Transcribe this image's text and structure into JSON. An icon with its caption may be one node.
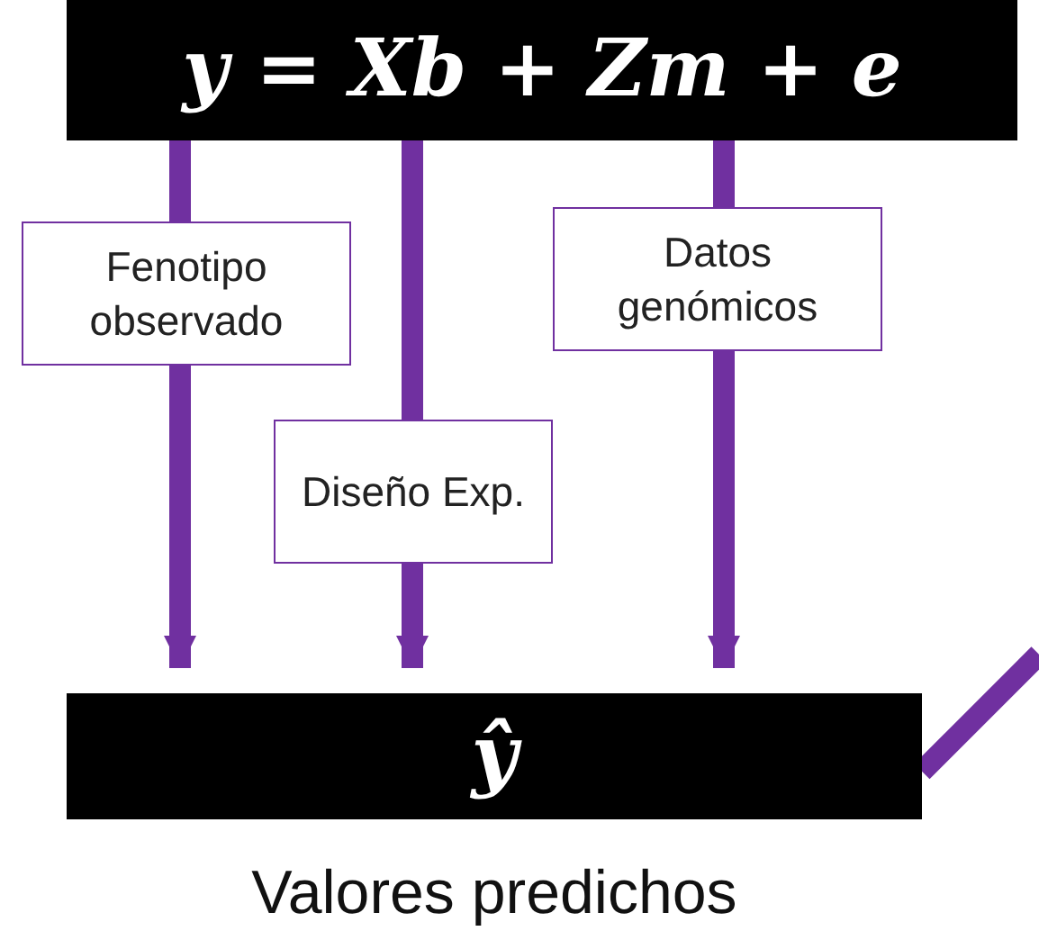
{
  "diagram": {
    "nodes": [
      {
        "text": [
          "y = Xb + Zm + e"
        ]
      },
      {
        "text": [
          "Fenotipo observado"
        ]
      },
      {
        "text": [
          "Diseño Exp."
        ]
      },
      {
        "text": [
          "Datos genómicos"
        ]
      },
      {
        "text": [
          "ŷ"
        ],
        "beside": [
          "Valores predichos"
        ]
      }
    ],
    "edges": [
      {
        "from": 0,
        "to": 1,
        "arrow": "none"
      },
      {
        "from": 1,
        "to": 4,
        "arrow": "to"
      },
      {
        "from": 0,
        "to": 2,
        "arrow": "none"
      },
      {
        "from": 2,
        "to": 4,
        "arrow": "to"
      },
      {
        "from": 0,
        "to": 3,
        "arrow": "none"
      },
      {
        "from": 3,
        "to": 4,
        "arrow": "to"
      },
      {
        "from": 4,
        "to": null,
        "arrow": "none"
      }
    ]
  }
}
